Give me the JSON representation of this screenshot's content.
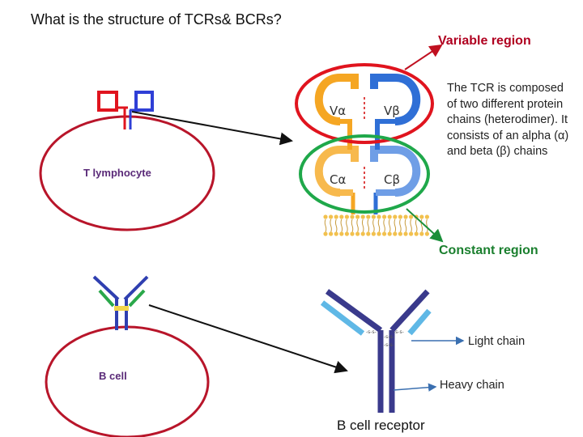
{
  "title": "What is the structure  of TCRs& BCRs?",
  "labels": {
    "variable_region": "Variable region",
    "constant_region": "Constant region",
    "tcr_description": "The TCR is composed of two different protein chains (heterodimer). It consists of an alpha (α) and beta (β) chains",
    "t_cell": "T   lymphocyte",
    "b_cell": "B cell",
    "light_chain": "Light chain",
    "heavy_chain": "Heavy chain",
    "b_cell_receptor": "B cell receptor"
  },
  "tcr_domains": {
    "v_alpha": "Vα",
    "v_beta": "Vβ",
    "c_alpha": "Cα",
    "c_beta": "Cβ"
  },
  "colors": {
    "variable_outline": "#e0141e",
    "constant_outline": "#1fa84a",
    "cell_outline": "#b8152a",
    "alpha_chain": "#f5a623",
    "beta_chain": "#2f6fd6",
    "heavy_chain": "#3a3a8c",
    "light_chain": "#5fb8e6"
  }
}
